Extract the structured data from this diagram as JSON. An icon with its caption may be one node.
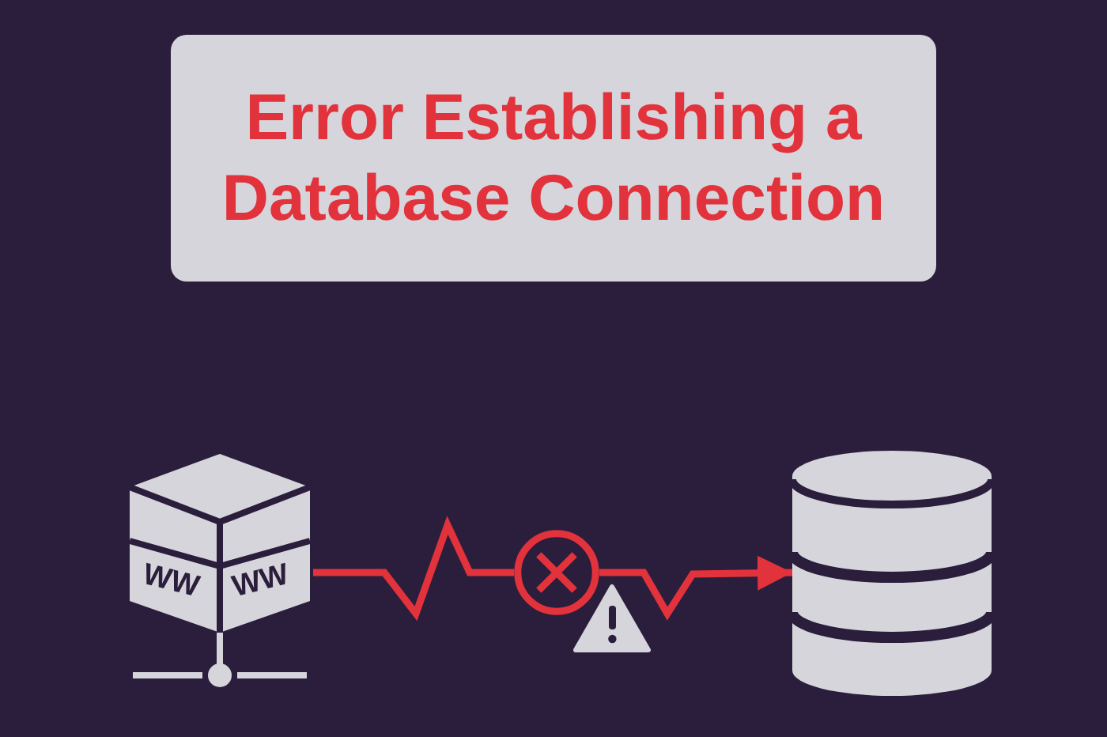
{
  "diagram": {
    "title": "Error Establishing a Database Connection",
    "nodes": [
      {
        "text": [
          "WW",
          "WW"
        ]
      },
      {
        "text": [],
        "shape": "circle"
      },
      {
        "text": [],
        "shape": "cylinder"
      }
    ],
    "edges": [
      {
        "from": 0,
        "to": 1,
        "arrow": "none",
        "color": "#e2323b"
      },
      {
        "from": 1,
        "to": 2,
        "arrow": "to",
        "color": "#e2323b"
      }
    ]
  }
}
